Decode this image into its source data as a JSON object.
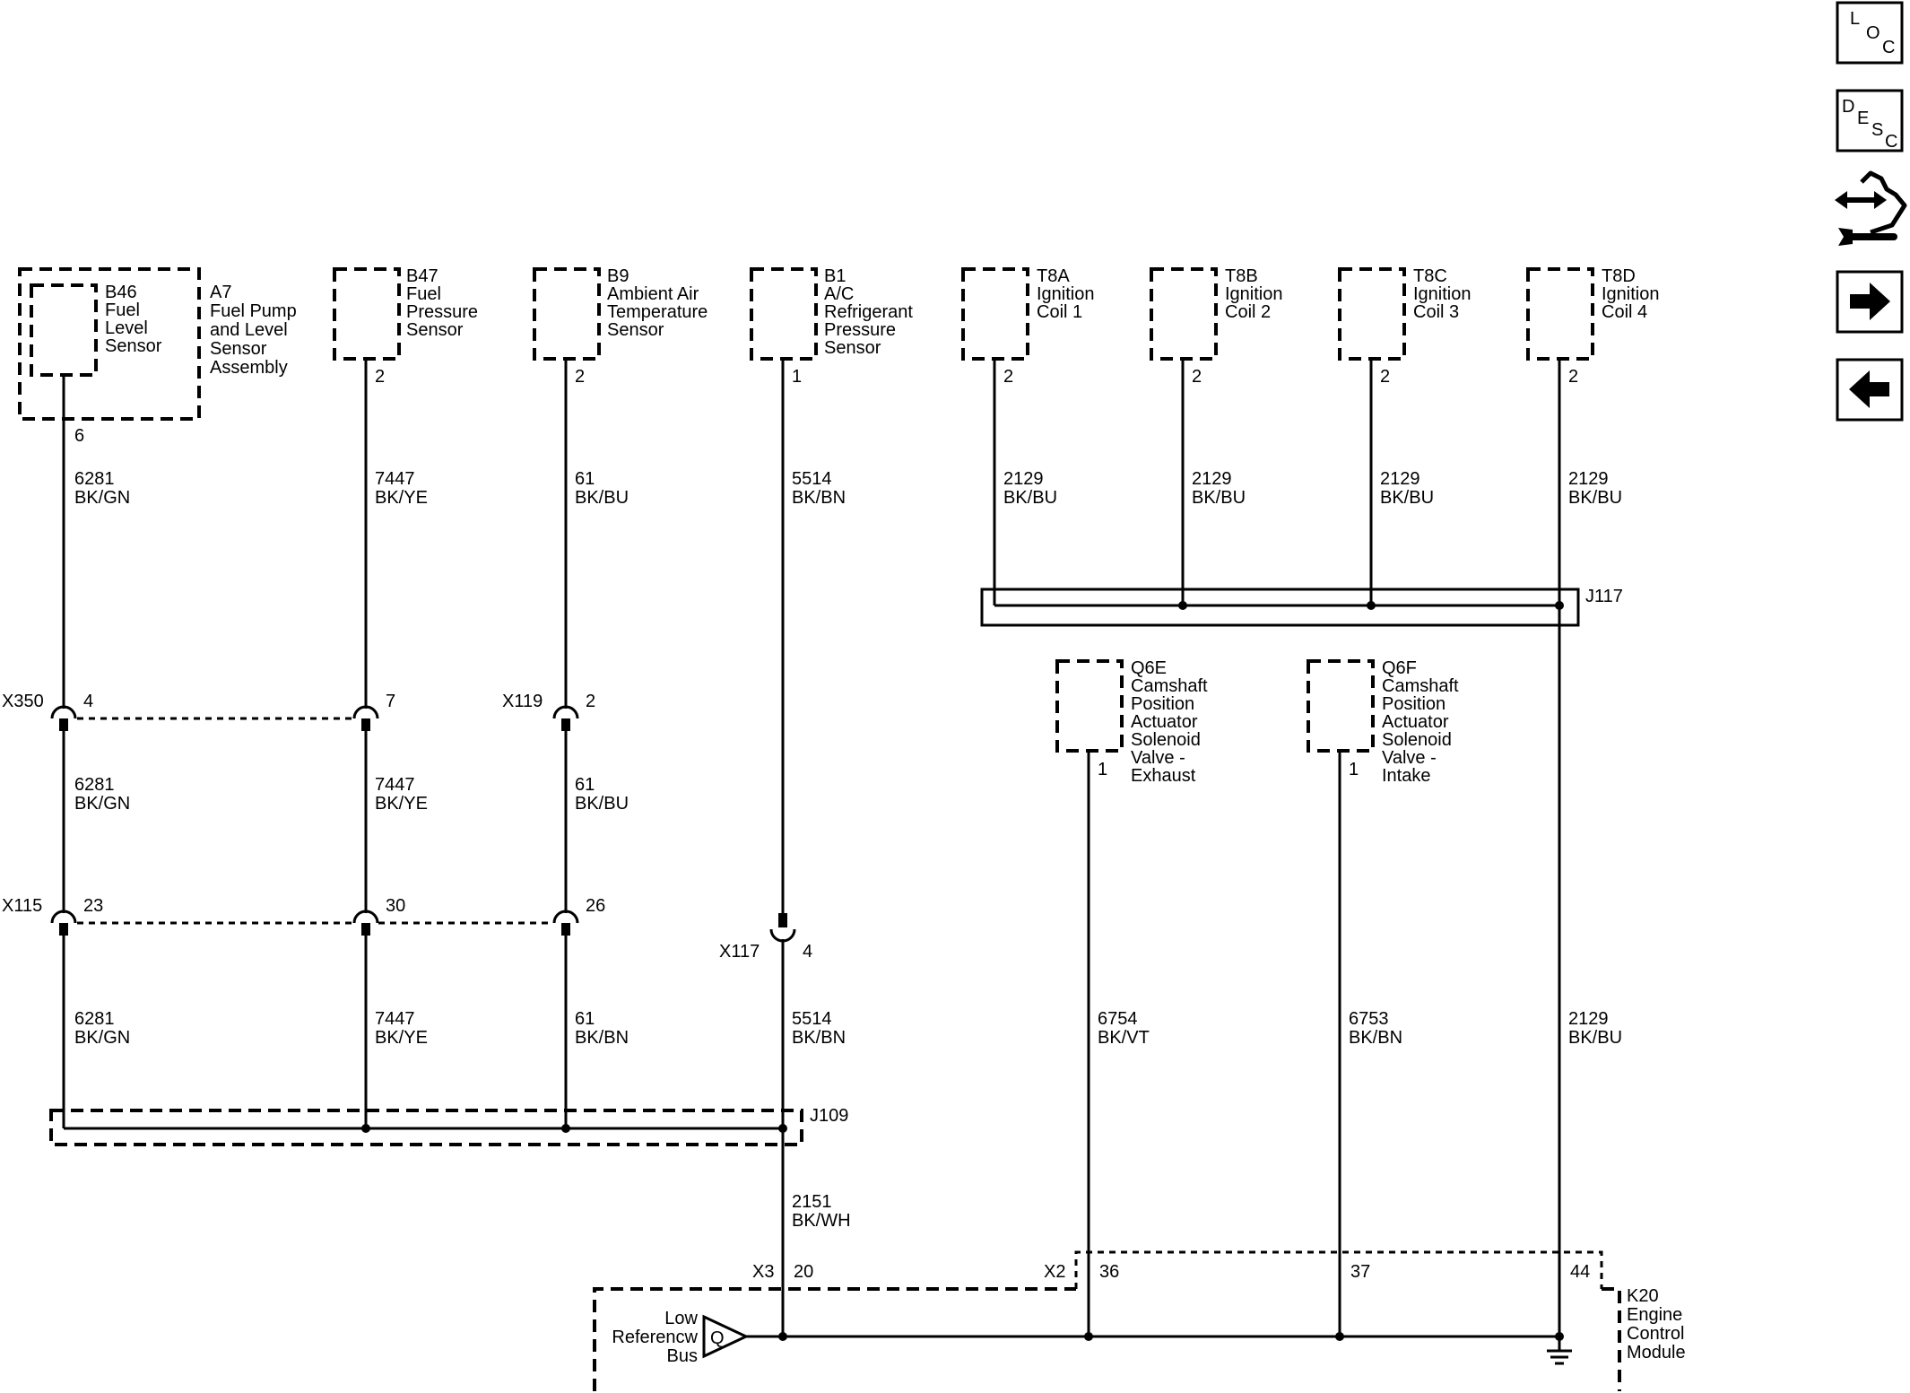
{
  "components": [
    {
      "ref": "A7",
      "lines": [
        "Fuel Pump",
        "and Level",
        "Sensor",
        "Assembly"
      ]
    },
    {
      "ref": "B46",
      "lines": [
        "Fuel",
        "Level",
        "Sensor"
      ]
    },
    {
      "ref": "B47",
      "lines": [
        "Fuel",
        "Pressure",
        "Sensor"
      ]
    },
    {
      "ref": "B9",
      "lines": [
        "Ambient Air",
        "Temperature",
        "Sensor"
      ]
    },
    {
      "ref": "B1",
      "lines": [
        "A/C",
        "Refrigerant",
        "Pressure",
        "Sensor"
      ]
    },
    {
      "ref": "T8A",
      "lines": [
        "Ignition",
        "Coil 1"
      ]
    },
    {
      "ref": "T8B",
      "lines": [
        "Ignition",
        "Coil 2"
      ]
    },
    {
      "ref": "T8C",
      "lines": [
        "Ignition",
        "Coil 3"
      ]
    },
    {
      "ref": "T8D",
      "lines": [
        "Ignition",
        "Coil 4"
      ]
    },
    {
      "ref": "Q6E",
      "lines": [
        "Camshaft",
        "Position",
        "Actuator",
        "Solenoid",
        "Valve -",
        "Exhaust"
      ]
    },
    {
      "ref": "Q6F",
      "lines": [
        "Camshaft",
        "Position",
        "Actuator",
        "Solenoid",
        "Valve -",
        "Intake"
      ]
    },
    {
      "ref": "K20",
      "lines": [
        "Engine",
        "Control",
        "Module"
      ]
    }
  ],
  "pins": [
    "6",
    "2",
    "2",
    "1",
    "2",
    "2",
    "2",
    "2",
    "1",
    "1"
  ],
  "wires": [
    {
      "circuit": "6281",
      "color": "BK/GN"
    },
    {
      "circuit": "7447",
      "color": "BK/YE"
    },
    {
      "circuit": "61",
      "color": "BK/BU"
    },
    {
      "circuit": "5514",
      "color": "BK/BN"
    },
    {
      "circuit": "2129",
      "color": "BK/BU"
    },
    {
      "circuit": "2129",
      "color": "BK/BU"
    },
    {
      "circuit": "2129",
      "color": "BK/BU"
    },
    {
      "circuit": "2129",
      "color": "BK/BU"
    },
    {
      "circuit": "6281",
      "color": "BK/GN"
    },
    {
      "circuit": "7447",
      "color": "BK/YE"
    },
    {
      "circuit": "61",
      "color": "BK/BU"
    },
    {
      "circuit": "6281",
      "color": "BK/GN"
    },
    {
      "circuit": "7447",
      "color": "BK/YE"
    },
    {
      "circuit": "61",
      "color": "BK/BN"
    },
    {
      "circuit": "5514",
      "color": "BK/BN"
    },
    {
      "circuit": "6754",
      "color": "BK/VT"
    },
    {
      "circuit": "6753",
      "color": "BK/BN"
    },
    {
      "circuit": "2129",
      "color": "BK/BU"
    },
    {
      "circuit": "2151",
      "color": "BK/WH"
    }
  ],
  "connectors": [
    {
      "name": "X350",
      "pins": [
        "4",
        "7"
      ]
    },
    {
      "name": "X119",
      "pins": [
        "2"
      ]
    },
    {
      "name": "X115",
      "pins": [
        "23",
        "30",
        "26"
      ]
    },
    {
      "name": "X117",
      "pins": [
        "4"
      ]
    },
    {
      "name": "X3",
      "pins": [
        "20"
      ]
    },
    {
      "name": "X2",
      "pins": [
        "36",
        "37",
        "44"
      ]
    }
  ],
  "splices": [
    "J117",
    "J109"
  ],
  "module_internal": {
    "lines": [
      "Low",
      "Referencw",
      "Bus"
    ],
    "symbol": "Q"
  },
  "nav": {
    "loc": [
      "L",
      "O",
      "C"
    ],
    "desc": [
      "D",
      "E",
      "S",
      "C"
    ],
    "icons": [
      "connector-wrench-icon",
      "arrow-right-icon",
      "arrow-left-icon"
    ]
  }
}
